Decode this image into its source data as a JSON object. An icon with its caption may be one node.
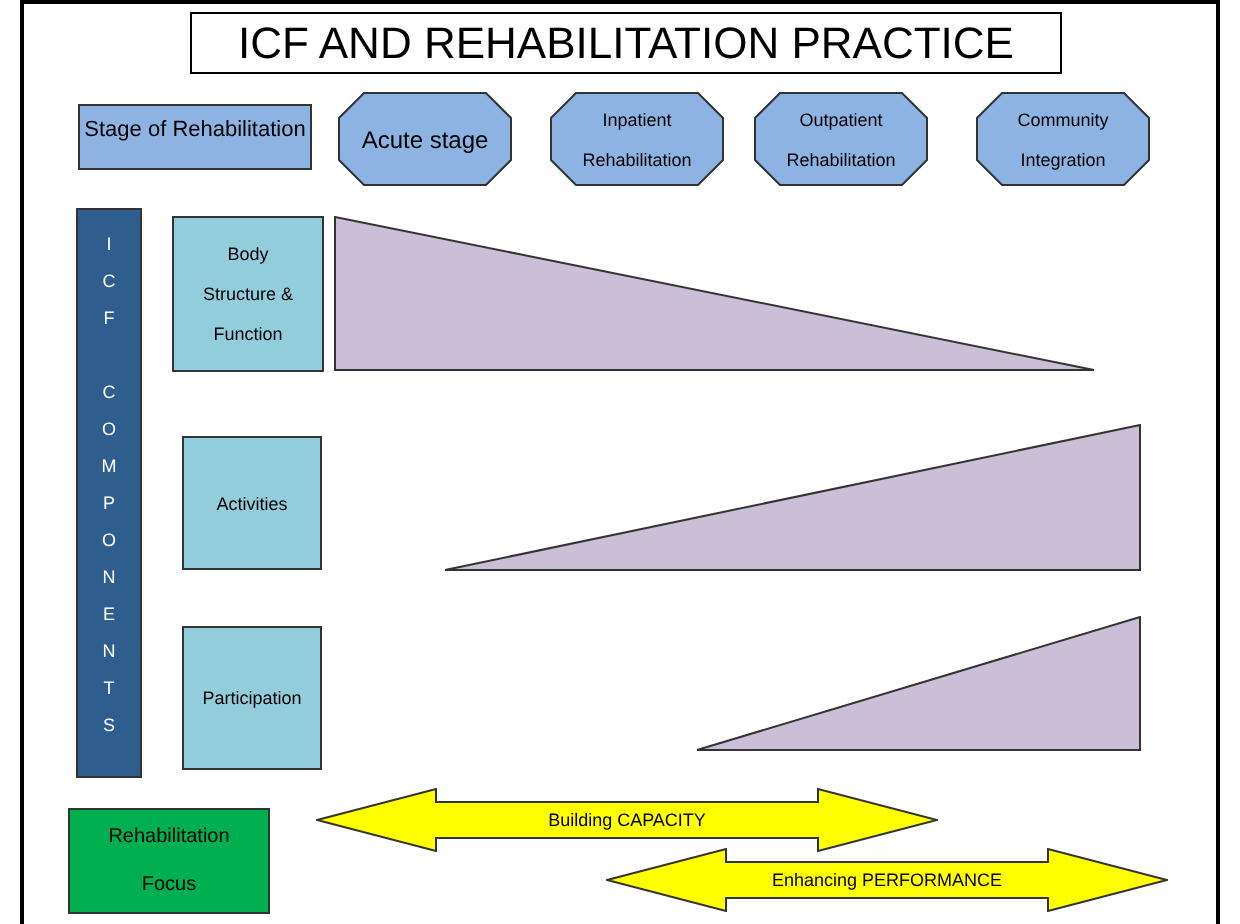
{
  "diagram": {
    "title": "ICF AND REHABILITATION PRACTICE",
    "nodes": [
      {
        "text": [
          "Stage of Rehabilitation"
        ]
      },
      {
        "text": [
          "Acute stage"
        ]
      },
      {
        "text": [
          "Inpatient Rehabilitation"
        ]
      },
      {
        "text": [
          "Outpatient Rehabilitation"
        ]
      },
      {
        "text": [
          "Community Integration"
        ]
      },
      {
        "text": [
          "ICF COMPONENTS"
        ]
      },
      {
        "text": [
          "Body Structure & Function"
        ]
      },
      {
        "text": [],
        "shape": "triangle"
      },
      {
        "text": [
          "Activities"
        ]
      },
      {
        "text": [],
        "shape": "triangle"
      },
      {
        "text": [
          "Participation"
        ]
      },
      {
        "text": [],
        "shape": "triangle"
      },
      {
        "text": [
          "Rehabilitation Focus"
        ]
      },
      {
        "text": [
          "Building CAPACITY"
        ]
      },
      {
        "text": [
          "Enhancing PERFORMANCE"
        ]
      }
    ]
  }
}
